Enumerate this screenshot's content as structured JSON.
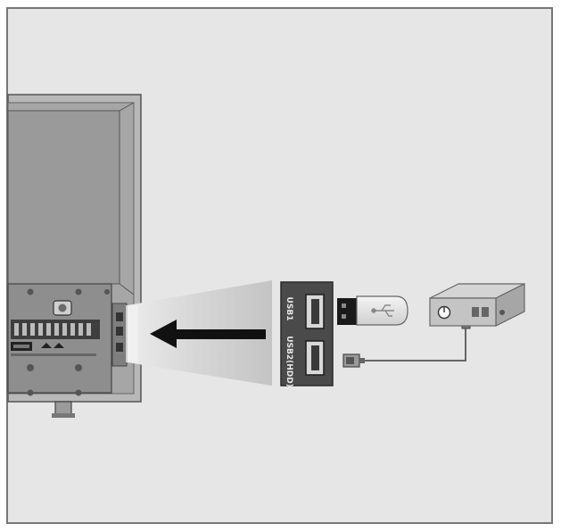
{
  "diagram": {
    "ports": [
      {
        "id": "usb1",
        "label": "USB1"
      },
      {
        "id": "usb2",
        "label": "USB2(HDD)"
      }
    ],
    "devices": [
      {
        "id": "usb-stick",
        "icon": "usb-flash-drive-icon",
        "symbol": "usb-trident-icon"
      },
      {
        "id": "hdd",
        "icon": "external-hard-drive-icon"
      }
    ],
    "connections": [
      {
        "from": "usb-stick",
        "to": "usb1"
      },
      {
        "from": "hdd",
        "to": "usb2"
      }
    ],
    "colors": {
      "background": "#e6e6e6",
      "frame": "#777777",
      "panel": "#4a4a4a",
      "arrow": "#111111"
    }
  }
}
